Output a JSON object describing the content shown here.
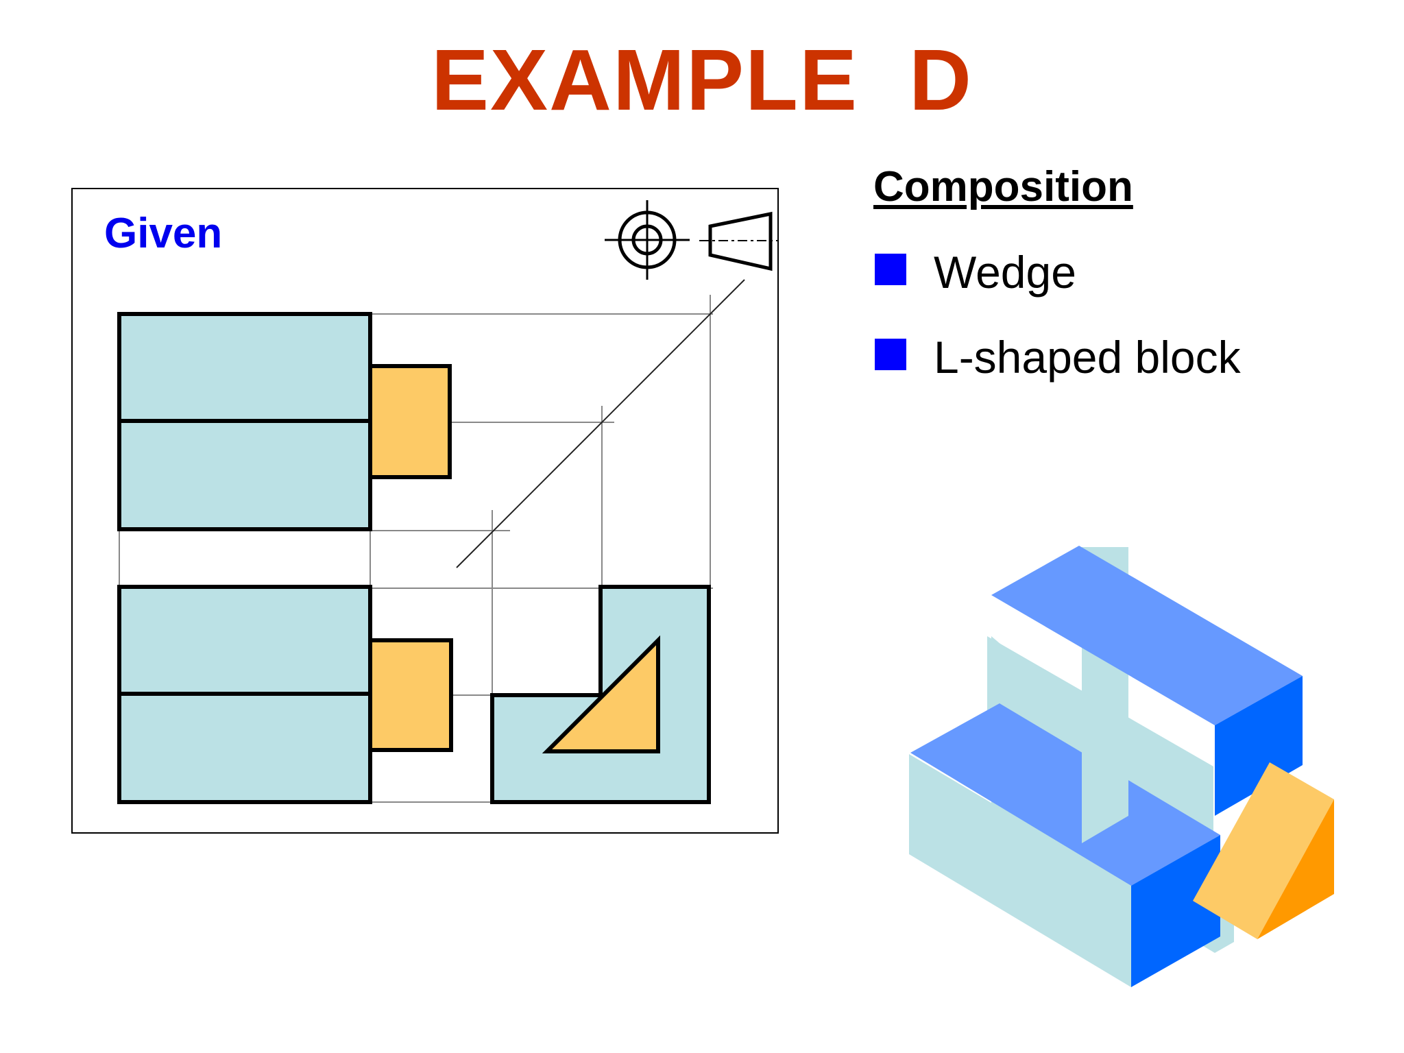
{
  "title": "EXAMPLE  D",
  "given": {
    "label": "Given"
  },
  "composition": {
    "heading": "Composition",
    "items": [
      {
        "label": "Wedge"
      },
      {
        "label": "L-shaped block"
      }
    ]
  },
  "colors": {
    "title": "#cc3300",
    "given_label": "#0000ee",
    "bullet": "#0000ff",
    "view_fill_blue": "#bbe1e5",
    "view_fill_orange": "#fdca66",
    "iso_top": "#6699ff",
    "iso_side_dark": "#0066ff",
    "iso_front_light": "#bbe1e5",
    "iso_wedge_face": "#fdca66",
    "iso_wedge_side": "#ff9900"
  },
  "icons": [
    "first-angle-projection-circle-icon",
    "first-angle-projection-cone-icon"
  ]
}
